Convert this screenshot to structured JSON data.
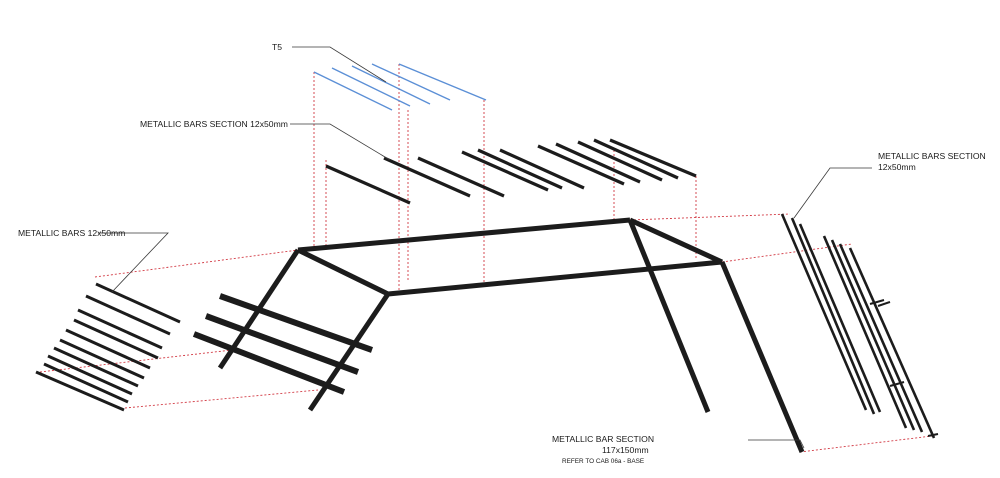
{
  "labels": {
    "t5": "T5",
    "bars_top": "METALLIC BARS SECTION 12x50mm",
    "bars_left": "METALLIC BARS 12x50mm",
    "bars_right_1": "METALLIC BARS SECTION",
    "bars_right_2": "12x50mm",
    "base_1": "METALLIC BAR SECTION",
    "base_2": "117x150mm",
    "base_3": "REFER TO CAB 06a - BASE"
  },
  "colors": {
    "steel": "#1c1c1c",
    "light_tube": "#5b8fd6",
    "projection": "#d23a44",
    "leader": "#3a3a3a",
    "text": "#1a1a1a"
  }
}
